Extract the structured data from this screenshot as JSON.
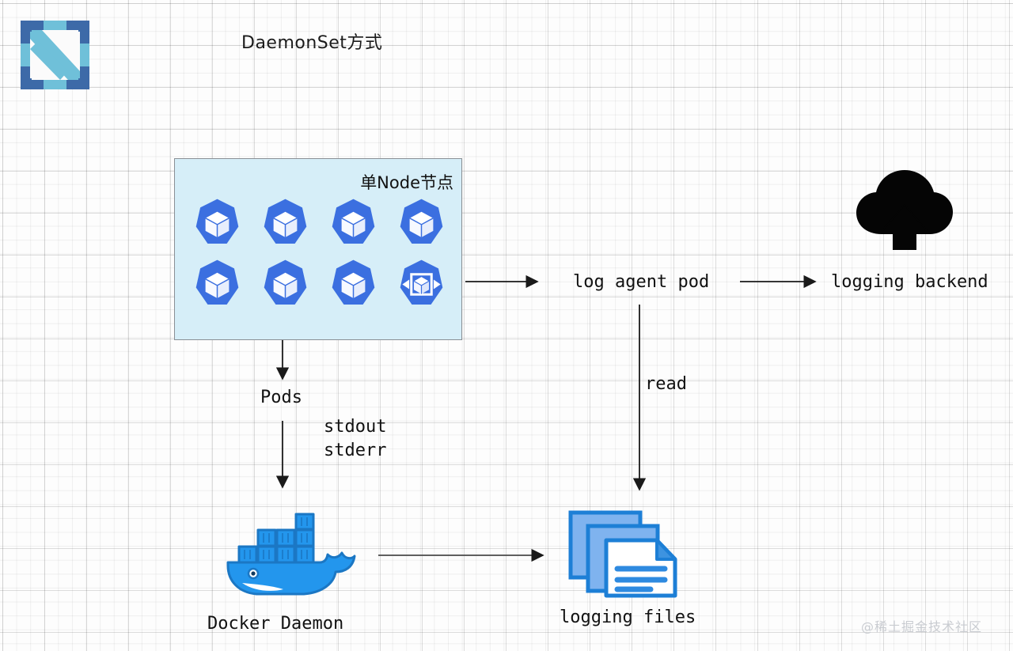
{
  "diagram": {
    "title": "DaemonSet方式",
    "watermark": "@稀土掘金技术社区",
    "colors": {
      "node_fill": "#d6eef8",
      "node_border": "#8a8f95",
      "k8s_blue": "#3b6fe0",
      "docker_blue": "#2396ed",
      "file_blue": "#1d7fd6",
      "arrow": "#1a1a1a",
      "logo_dark": "#3d6aa8",
      "logo_light": "#6fc0d9"
    },
    "logo": {
      "name": "nginx-style-diagonal-logo"
    },
    "node_box": {
      "label": "单Node节点",
      "pods": [
        {
          "type": "pod",
          "icon": "kubernetes-pod-icon"
        },
        {
          "type": "pod",
          "icon": "kubernetes-pod-icon"
        },
        {
          "type": "pod",
          "icon": "kubernetes-pod-icon"
        },
        {
          "type": "pod",
          "icon": "kubernetes-pod-icon"
        },
        {
          "type": "pod",
          "icon": "kubernetes-pod-icon"
        },
        {
          "type": "pod",
          "icon": "kubernetes-pod-icon"
        },
        {
          "type": "pod",
          "icon": "kubernetes-pod-icon"
        },
        {
          "type": "daemonset",
          "icon": "kubernetes-daemonset-icon"
        }
      ]
    },
    "nodes": {
      "log_agent_pod": "log agent pod",
      "logging_backend": "logging backend",
      "pods": "Pods",
      "docker_daemon": "Docker Daemon",
      "logging_files": "logging files"
    },
    "edge_labels": {
      "stdout": "stdout",
      "stderr": "stderr",
      "read": "read"
    },
    "icons": {
      "cloud_upload": "cloud-upload-icon",
      "docker_whale": "docker-whale-icon",
      "file_stack": "file-stack-icon"
    }
  }
}
